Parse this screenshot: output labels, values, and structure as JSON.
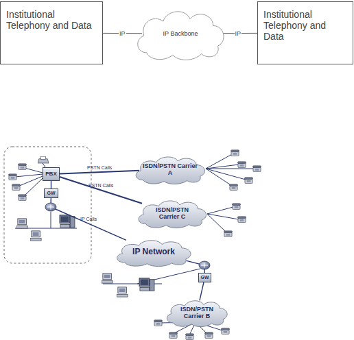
{
  "diagram": {
    "nodes": [
      {
        "text": [
          "Institutional Telephony and Data"
        ]
      },
      {
        "text": [
          "IP Backbone"
        ]
      },
      {
        "text": [
          "Institutional Telephony and Data"
        ]
      },
      {
        "text": [
          "PBX"
        ]
      },
      {
        "text": [
          "ISDN/PSTN Carrier A"
        ]
      },
      {
        "text": [
          "ISDN/PSTN Carrier C"
        ]
      },
      {
        "text": [
          "GW"
        ]
      },
      {
        "text": [
          "IP Network"
        ]
      },
      {
        "text": [
          "GW"
        ]
      },
      {
        "text": [
          "ISDN/PSTN Carrier B"
        ]
      }
    ],
    "edges": [
      {
        "from": 0,
        "to": 1,
        "arrow": "none",
        "label": "IP"
      },
      {
        "from": 1,
        "to": 2,
        "arrow": "none",
        "label": "IP"
      },
      {
        "from": 3,
        "to": 4,
        "arrow": "none",
        "label": "PSTN Calls"
      },
      {
        "from": 3,
        "to": 5,
        "arrow": "none",
        "label": "PSTN Calls"
      },
      {
        "from": 3,
        "to": 6,
        "arrow": "none"
      },
      {
        "from": 6,
        "to": 7,
        "arrow": "none",
        "label": "IP Calls"
      },
      {
        "from": 7,
        "to": 8,
        "arrow": "none"
      },
      {
        "from": 8,
        "to": 9,
        "arrow": "none"
      }
    ]
  }
}
